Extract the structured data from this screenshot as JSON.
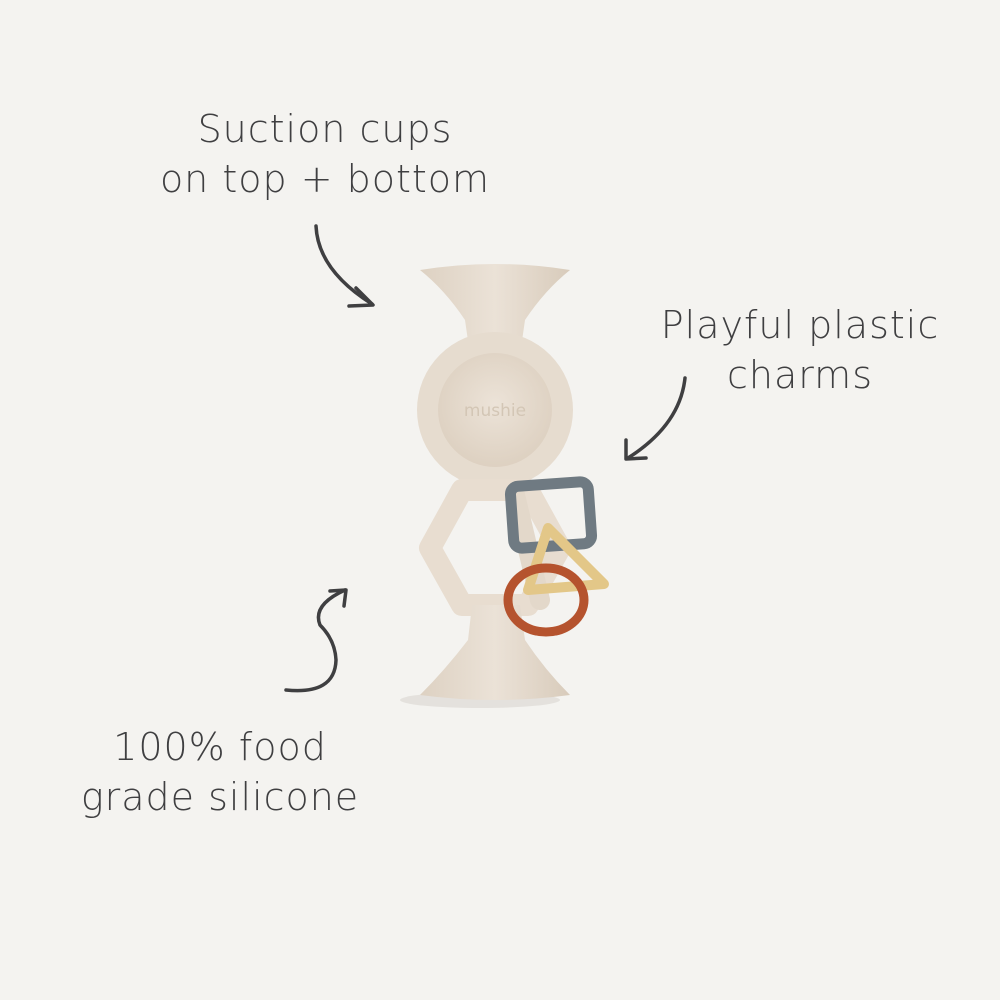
{
  "background_color": "#f4f3f0",
  "callouts": [
    {
      "line1": "Suction cups",
      "line2": "on top + bottom"
    },
    {
      "line1": "Playful plastic",
      "line2": "charms"
    },
    {
      "line1": "100% food",
      "line2": "grade silicone"
    }
  ],
  "product": {
    "brand_mark": "mushie",
    "body_color": "#e8ddd0",
    "charm_colors": {
      "square": "#6f7a82",
      "triangle": "#e3c788",
      "ring": "#b5532e"
    }
  }
}
